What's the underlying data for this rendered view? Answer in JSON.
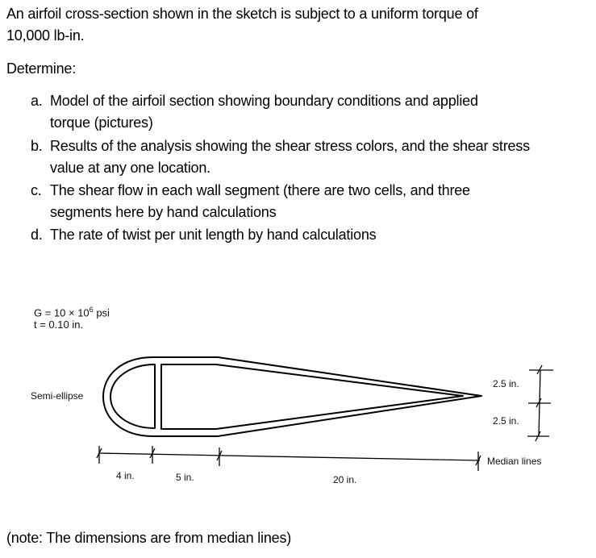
{
  "problem": {
    "intro_line1": "An airfoil cross-section shown in the sketch is subject to a uniform torque of",
    "intro_line2": "10,000 lb-in.",
    "determine": "Determine:",
    "items": [
      {
        "marker": "a.",
        "line1": "Model of the airfoil section showing boundary conditions and applied",
        "line2": "torque (pictures)"
      },
      {
        "marker": "b.",
        "line1": "Results of the analysis showing the shear stress colors, and the shear stress",
        "line2": "value at any one location."
      },
      {
        "marker": "c.",
        "line1": "The shear flow in each wall segment (there are two cells, and three",
        "line2": "segments here by hand calculations"
      },
      {
        "marker": "d.",
        "line1": "The rate of twist per unit length by hand calculations",
        "line2": ""
      }
    ],
    "note": "(note: The dimensions are from median lines)"
  },
  "figure": {
    "properties": {
      "G_label": "G = 10 × 10",
      "G_exp": "6",
      "G_unit": "psi",
      "t_label": "t = 0.10 in."
    },
    "labels": {
      "semi_ellipse": "Semi-ellipse",
      "median_lines": "Median lines"
    },
    "dimensions": {
      "horizontal": [
        "4 in.",
        "5 in.",
        "20 in."
      ],
      "vertical": [
        "2.5 in.",
        "2.5 in."
      ]
    }
  }
}
